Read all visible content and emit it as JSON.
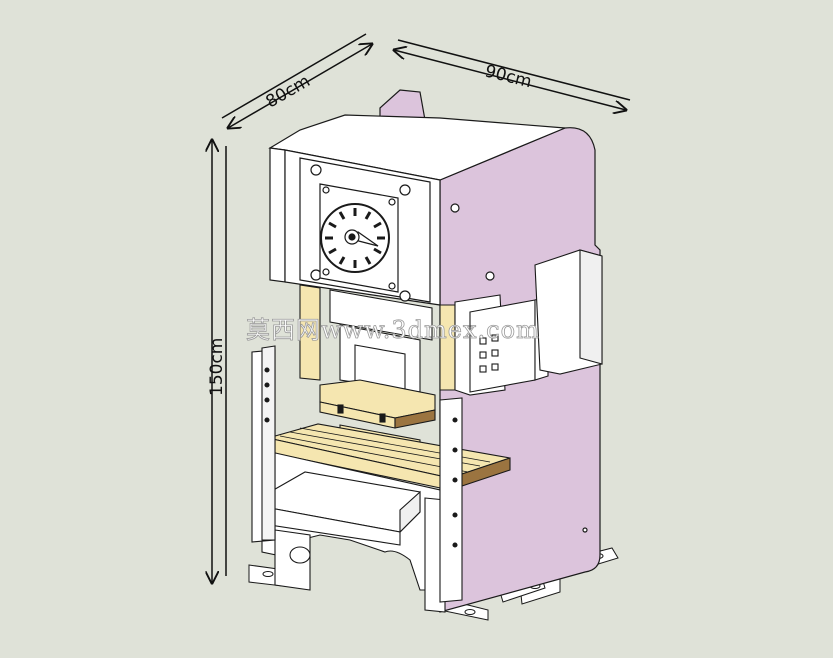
{
  "dimensions": {
    "depth": "80cm",
    "width": "90cm",
    "height": "150cm"
  },
  "watermark": "莫西网www.3dmex.com",
  "colors": {
    "background": "#dfe2d8",
    "frame": "#dcc4dc",
    "white_parts": "#ffffff",
    "wood_parts": "#f5e6b0",
    "dark_wood": "#9b7440",
    "outline": "#1a1a1a"
  }
}
